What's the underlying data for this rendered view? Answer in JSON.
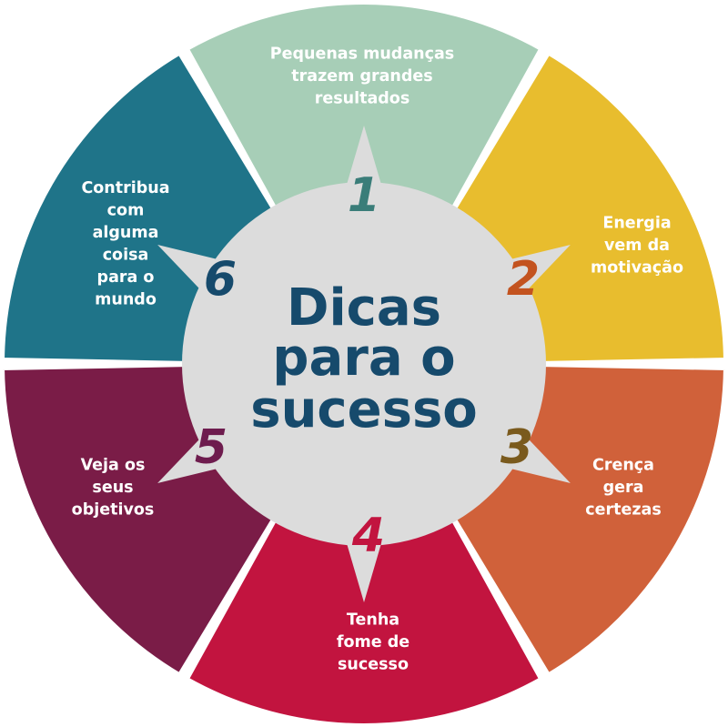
{
  "center": {
    "lines": [
      "Dicas",
      "para o",
      "sucesso"
    ],
    "color": "#164a6c",
    "fill": "#dcdcdc"
  },
  "segments": [
    {
      "number": "1",
      "lines": [
        "Pequenas mudanças",
        "trazem grandes",
        "resultados"
      ],
      "color": "#a7ceb7",
      "number_color": "#3a7d79"
    },
    {
      "number": "2",
      "lines": [
        "Energia",
        "vem da",
        "motivação"
      ],
      "color": "#e8bd2e",
      "number_color": "#c3531f"
    },
    {
      "number": "3",
      "lines": [
        "Crença",
        "gera",
        "certezas"
      ],
      "color": "#d0613a",
      "number_color": "#7a5a1d"
    },
    {
      "number": "4",
      "lines": [
        "Tenha",
        "fome de",
        "sucesso"
      ],
      "color": "#c2143f",
      "number_color": "#c2143f"
    },
    {
      "number": "5",
      "lines": [
        "Veja os",
        "seus",
        "objetivos"
      ],
      "color": "#7a1c47",
      "number_color": "#6e1c4e"
    },
    {
      "number": "6",
      "lines": [
        "Contribua",
        "com",
        "alguma",
        "coisa",
        "para o",
        "mundo"
      ],
      "color": "#1f7489",
      "number_color": "#164a6c"
    }
  ]
}
